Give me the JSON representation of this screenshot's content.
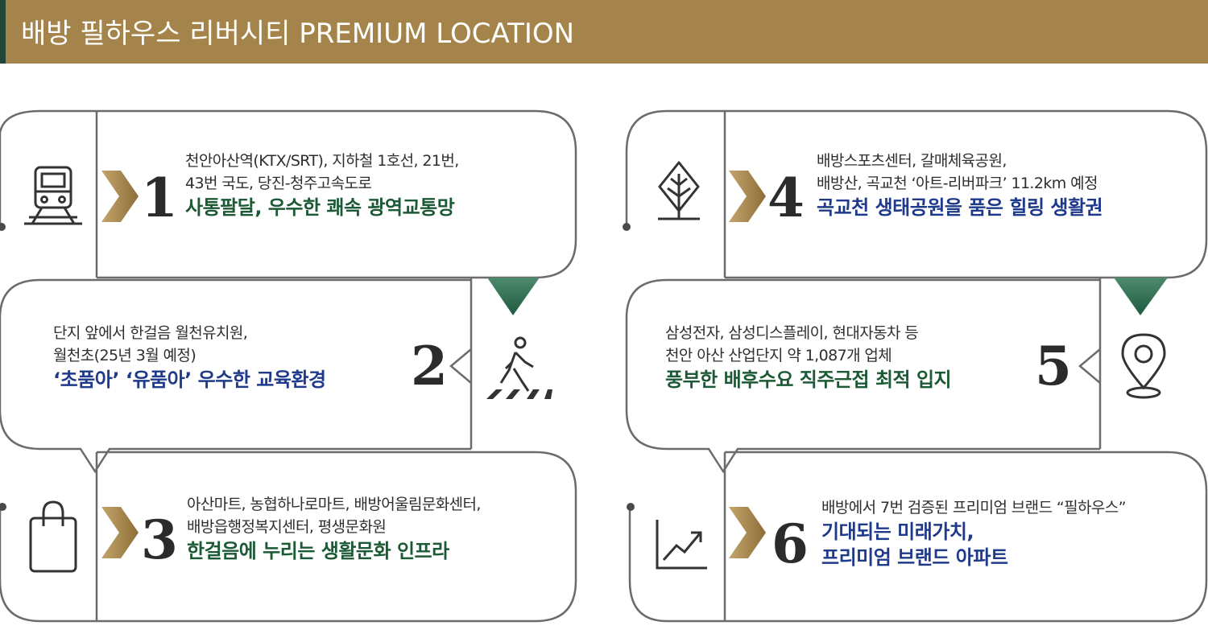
{
  "header": {
    "title": "배방 필하우스 리버시티  PREMIUM  LOCATION"
  },
  "colors": {
    "gold": "#a4844a",
    "dark_green": "#22473a",
    "green_text": "#1c5a35",
    "navy_text": "#1f3a8a",
    "outline": "#6b6b6b"
  },
  "items": [
    {
      "number": "1",
      "icon": "train-icon",
      "line1": "천안아산역(KTX/SRT), 지하철 1호선, 21번,",
      "line2": "43번 국도, 당진-청주고속도로",
      "highlight": "사통팔달, 우수한 쾌속 광역교통망"
    },
    {
      "number": "2",
      "icon": "pedestrian-crossing-icon",
      "line1": "단지 앞에서 한걸음 월천유치원,",
      "line2": "월천초(25년 3월 예정)",
      "highlight": "‘초품아’ ‘유품아’ 우수한 교육환경"
    },
    {
      "number": "3",
      "icon": "shopping-bag-icon",
      "line1": "아산마트, 농협하나로마트, 배방어울림문화센터,",
      "line2": "배방읍행정복지센터, 평생문화원",
      "highlight": "한걸음에 누리는 생활문화 인프라"
    },
    {
      "number": "4",
      "icon": "tree-icon",
      "line1": "배방스포츠센터, 갈매체육공원,",
      "line2": "배방산, 곡교천 ‘아트-리버파크’ 11.2km 예정",
      "highlight": "곡교천 생태공원을 품은 힐링 생활권"
    },
    {
      "number": "5",
      "icon": "location-pin-icon",
      "line1": "삼성전자, 삼성디스플레이, 현대자동차 등",
      "line2": "천안 아산 산업단지 약 1,087개 업체",
      "highlight": "풍부한 배후수요 직주근접 최적 입지"
    },
    {
      "number": "6",
      "icon": "growth-chart-icon",
      "line1": "배방에서 7번 검증된 프리미엄 브랜드 “필하우스”",
      "highlight": "기대되는 미래가치,",
      "highlight2": "프리미엄 브랜드 아파트"
    }
  ]
}
